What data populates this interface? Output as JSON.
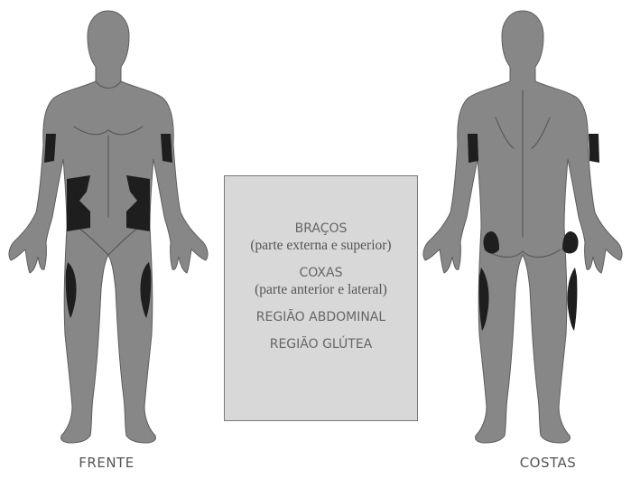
{
  "captions": {
    "front": "FRENTE",
    "back": "COSTAS"
  },
  "legend": {
    "items": [
      {
        "title": "BRAÇOS",
        "subtitle": "(parte externa e superior)"
      },
      {
        "title": "COXAS",
        "subtitle": "(parte anterior e lateral)"
      },
      {
        "title": "REGIÃO ABDOMINAL",
        "subtitle": ""
      },
      {
        "title": "REGIÃO GLÚTEA",
        "subtitle": ""
      }
    ]
  },
  "colors": {
    "body": "#878787",
    "zone": "#1e1e1e",
    "legend_background": "#d8d8d8"
  }
}
